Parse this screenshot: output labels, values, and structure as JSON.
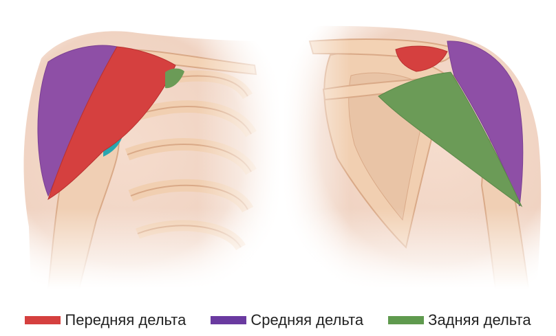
{
  "colors": {
    "anterior": "#d5403f",
    "middle": "#8e4fa6",
    "posterior": "#6b9b57",
    "skin": "#f2d6c8",
    "bone": "#f3d2b4",
    "bone_stroke": "#d9a987",
    "teal": "#2aa6b0"
  },
  "legend": {
    "items": [
      {
        "label": "Передняя дельта",
        "color": "#d5403f"
      },
      {
        "label": "Средняя дельта",
        "color": "#6a3aa0"
      },
      {
        "label": "Задняя дельта",
        "color": "#5f9a4e"
      }
    ]
  }
}
